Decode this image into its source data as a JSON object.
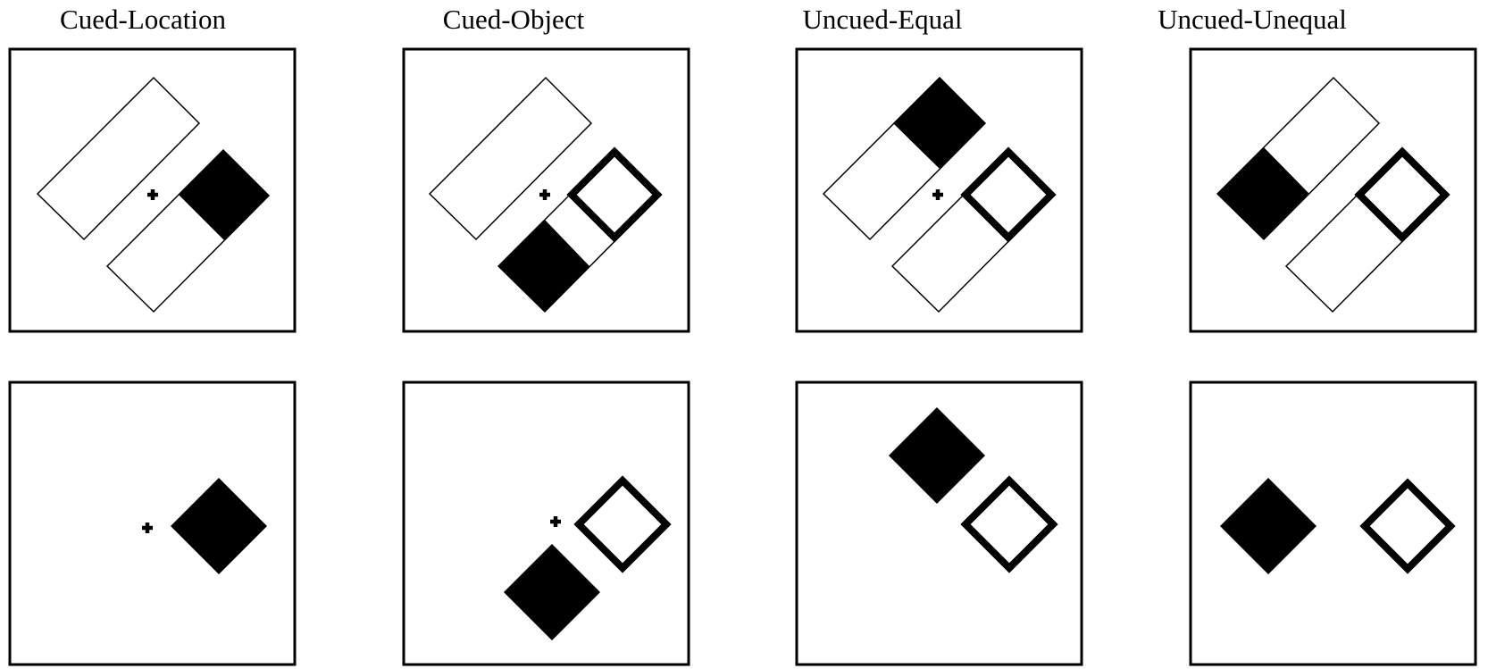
{
  "conditions": [
    {
      "id": "cued-location",
      "title": "Cued-Location"
    },
    {
      "id": "cued-object",
      "title": "Cued-Object"
    },
    {
      "id": "uncued-equal",
      "title": "Uncued-Equal"
    },
    {
      "id": "uncued-unequal",
      "title": "Uncued-Unequal"
    }
  ],
  "colors": {
    "background": "#ffffff",
    "stroke": "#000000",
    "fill": "#000000"
  }
}
